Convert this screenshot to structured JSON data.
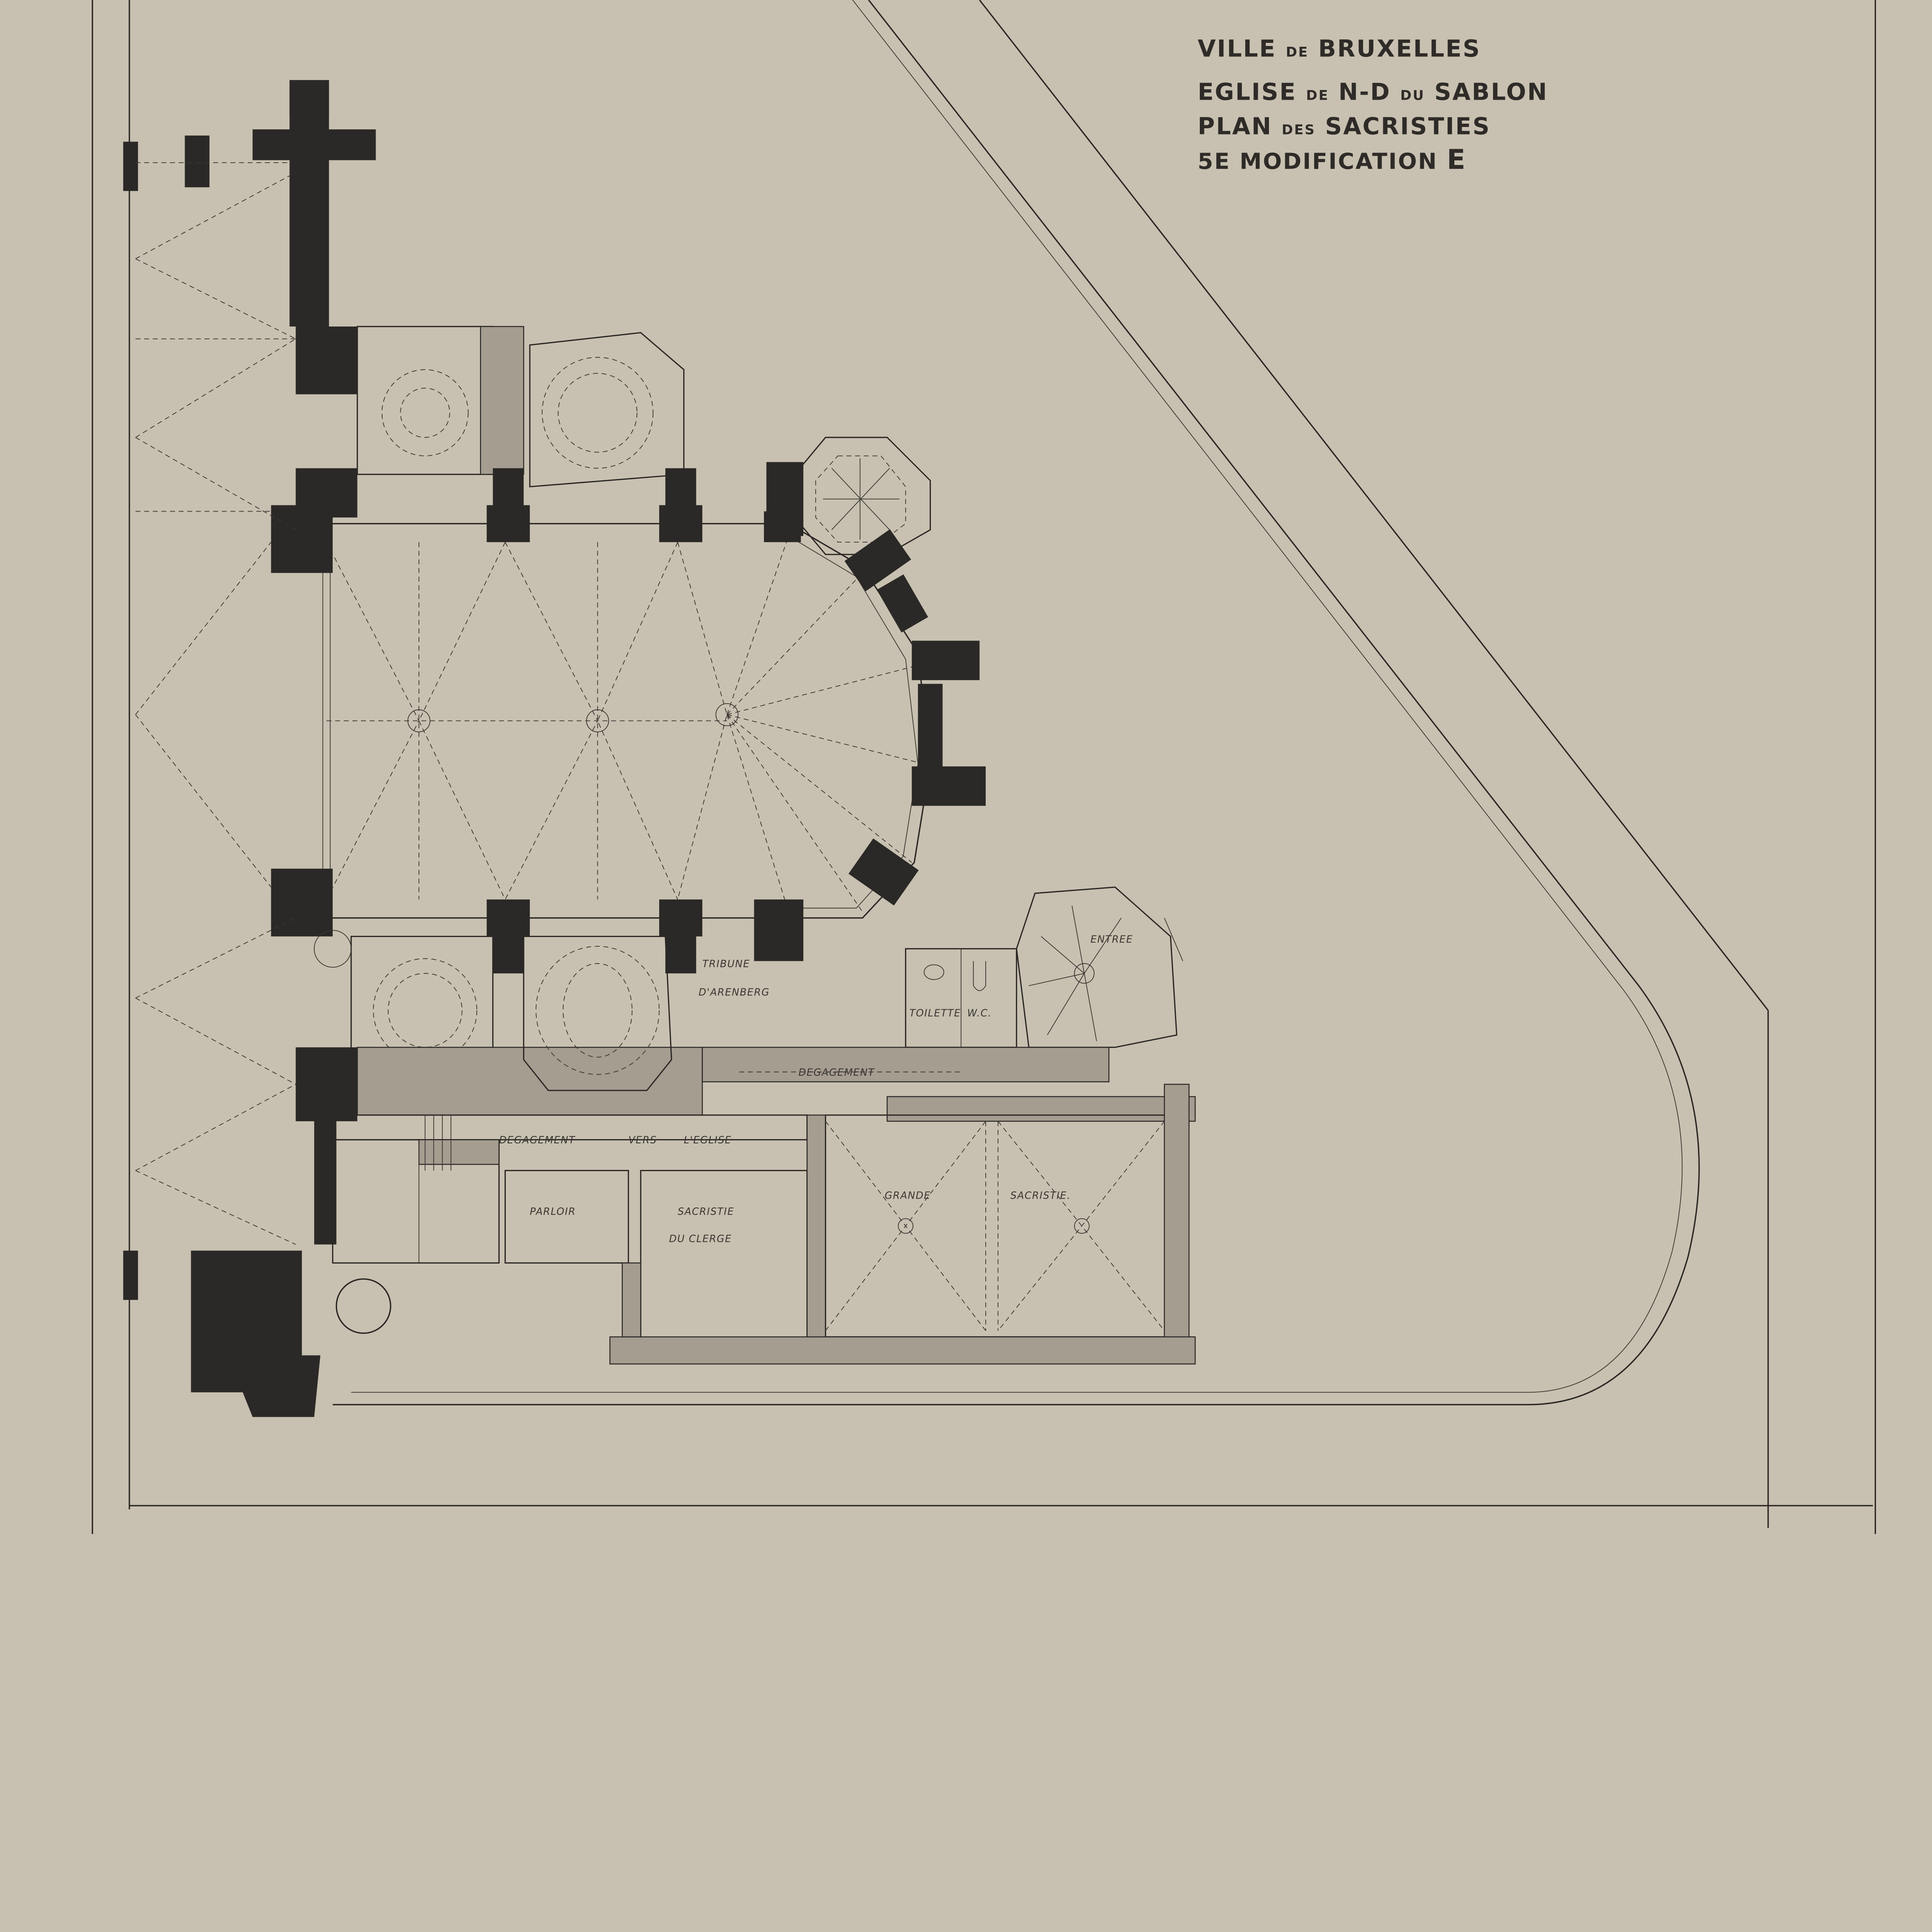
{
  "title_block": {
    "line1_a": "VILLE",
    "line1_b": "DE",
    "line1_c": "BRUXELLES",
    "line2_a": "EGLISE",
    "line2_b": "DE",
    "line2_c": "N-D",
    "line2_d": "DU",
    "line2_e": "SABLON",
    "line3_a": "PLAN",
    "line3_b": "DES",
    "line3_c": "SACRISTIES",
    "line4_a": "5E",
    "line4_b": "MODIFICATION",
    "line4_c": "E"
  },
  "rooms": {
    "tribune": "TRIBUNE",
    "arenberg": "D'ARENBERG",
    "toilette": "TOILETTE",
    "wc": "W.C.",
    "entree": "ENTREE",
    "degagement": "DEGAGEMENT",
    "degagement_vers": "DEGAGEMENT",
    "vers": "VERS",
    "eglise": "L'EGLISE",
    "parloir": "PARLOIR",
    "sacristie_clerge_1": "SACRISTIE",
    "sacristie_clerge_2": "DU CLERGE",
    "grande": "GRANDE",
    "sacristie": "SACRISTIE."
  },
  "colors": {
    "paper": "#c8c1b1",
    "ink": "#2b2927",
    "wash": "#a49d90"
  }
}
